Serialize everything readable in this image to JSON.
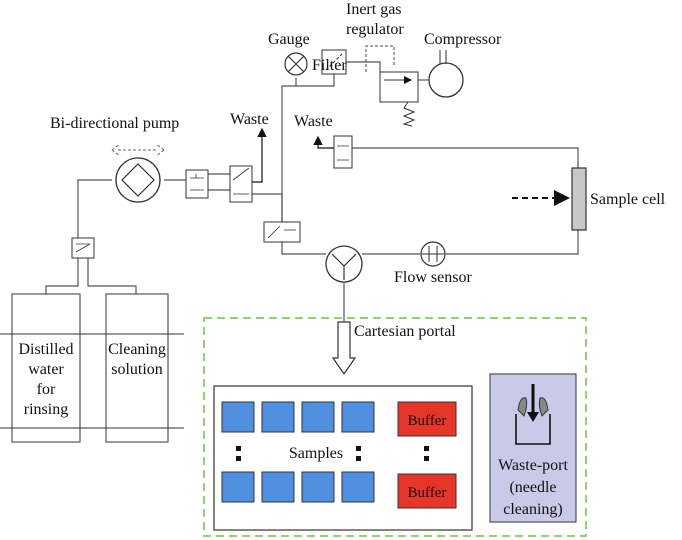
{
  "labels": {
    "inert_gas_regulator_1": "Inert gas",
    "inert_gas_regulator_2": "regulator",
    "compressor": "Compressor",
    "gauge": "Gauge",
    "filter": "Filter",
    "bidirectional_pump": "Bi-directional pump",
    "waste_left": "Waste",
    "waste_right": "Waste",
    "sample_cell": "Sample cell",
    "flow_sensor": "Flow sensor",
    "cartesian_portal": "Cartesian portal",
    "distilled_1": "Distilled",
    "distilled_2": "water",
    "distilled_3": "for",
    "distilled_4": "rinsing",
    "cleaning_1": "Cleaning",
    "cleaning_2": "solution",
    "samples": "Samples",
    "buffer_top": "Buffer",
    "buffer_bottom": "Buffer",
    "waste_port_1": "Waste-port",
    "waste_port_2": "(needle",
    "waste_port_3": "cleaning)"
  },
  "colors": {
    "sample_well": "#4f8fe0",
    "buffer": "#e8352a",
    "waste_port_bg": "#c9c9e8",
    "dashed_border": "#8fd36a",
    "line": "#555555"
  }
}
